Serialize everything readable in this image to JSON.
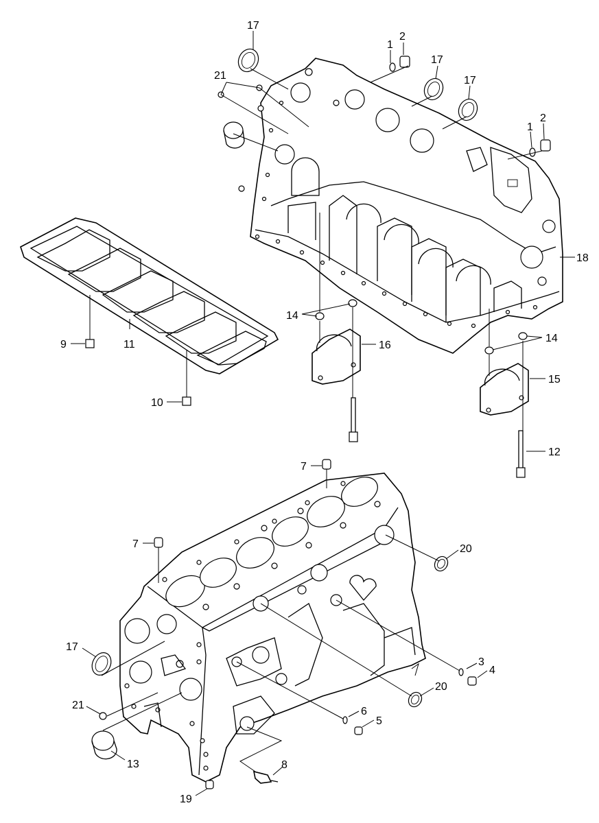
{
  "callouts": [
    {
      "text": "17"
    },
    {
      "text": "1"
    },
    {
      "text": "2"
    },
    {
      "text": "21"
    },
    {
      "text": "17"
    },
    {
      "text": "17"
    },
    {
      "text": "1"
    },
    {
      "text": "2"
    },
    {
      "text": "18"
    },
    {
      "text": "14"
    },
    {
      "text": "16"
    },
    {
      "text": "14"
    },
    {
      "text": "15"
    },
    {
      "text": "12"
    },
    {
      "text": "9"
    },
    {
      "text": "11"
    },
    {
      "text": "10"
    },
    {
      "text": "7"
    },
    {
      "text": "7"
    },
    {
      "text": "20"
    },
    {
      "text": "17"
    },
    {
      "text": "3"
    },
    {
      "text": "4"
    },
    {
      "text": "20"
    },
    {
      "text": "21"
    },
    {
      "text": "6"
    },
    {
      "text": "5"
    },
    {
      "text": "13"
    },
    {
      "text": "8"
    },
    {
      "text": "19"
    }
  ]
}
